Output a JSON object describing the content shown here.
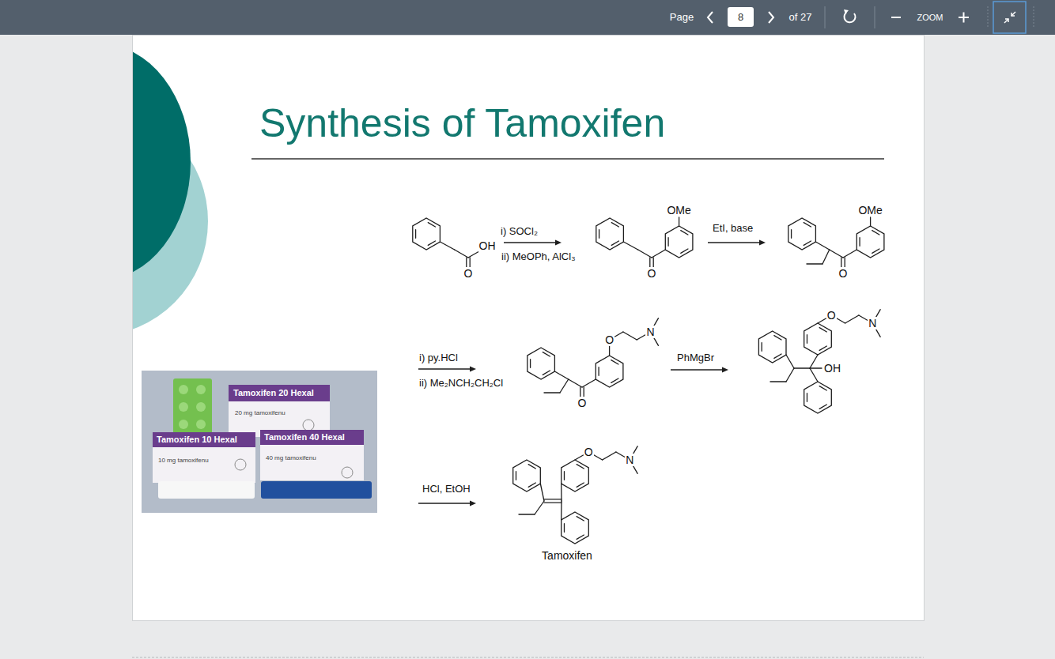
{
  "diagram": {
    "title": "Synthesis of Tamoxifen",
    "labels": [
      "Page",
      "8",
      "of 27",
      "ZOOM",
      "OH",
      "O",
      "i) SOCl₂",
      "ii) MeOPh, AlCl₃",
      "OMe",
      "O",
      "EtI, base",
      "OMe",
      "O",
      "i) py.HCl",
      "ii) Me₂NCH₂CH₂Cl",
      "O",
      "N",
      "O",
      "PhMgBr",
      "O",
      "N",
      "OH",
      "HCl, EtOH",
      "O",
      "N",
      "Tamoxifen",
      "Tamoxifen 20 Hexal",
      "20 mg tamoxifenu",
      "Tamoxifen 10 Hexal",
      "10 mg tamoxifenu",
      "Tamoxifen 40 Hexal",
      "40 mg tamoxifenu"
    ]
  }
}
